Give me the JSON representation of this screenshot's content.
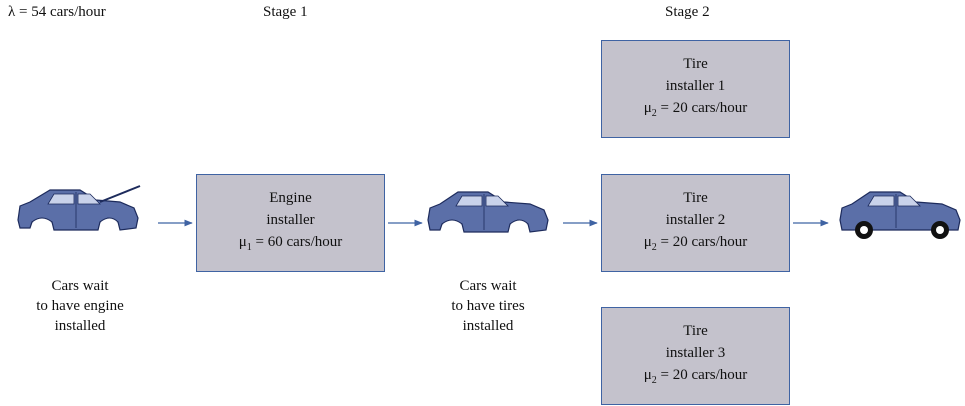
{
  "arrival_rate": {
    "symbol": "λ",
    "text": " =  54 cars/hour"
  },
  "stage1": {
    "title": "Stage 1"
  },
  "stage2": {
    "title": "Stage 2"
  },
  "engine_box": {
    "line1": "Engine",
    "line2": "installer",
    "rate_symbol": "μ",
    "rate_sub": "1",
    "rate_text": " =  60 cars/hour"
  },
  "tire_boxes": [
    {
      "line1": "Tire",
      "line2": "installer 1",
      "rate_symbol": "μ",
      "rate_sub": "2",
      "rate_text": " =  20 cars/hour"
    },
    {
      "line1": "Tire",
      "line2": "installer 2",
      "rate_symbol": "μ",
      "rate_sub": "2",
      "rate_text": " =  20 cars/hour"
    },
    {
      "line1": "Tire",
      "line2": "installer 3",
      "rate_symbol": "μ",
      "rate_sub": "2",
      "rate_text": " =  20 cars/hour"
    }
  ],
  "queue1_caption": {
    "line1": "Cars wait",
    "line2": "to have engine",
    "line3": "installed"
  },
  "queue2_caption": {
    "line1": "Cars wait",
    "line2": "to have tires",
    "line3": "installed"
  },
  "colors": {
    "car_body": "#5b6fa8",
    "car_outline": "#1d2b5c",
    "box_fill": "#c4c2cc",
    "box_border": "#3f63a3",
    "arrow": "#3f63a3"
  },
  "icons": [
    "car-open-hood-icon",
    "car-no-wheels-icon",
    "car-complete-icon"
  ]
}
